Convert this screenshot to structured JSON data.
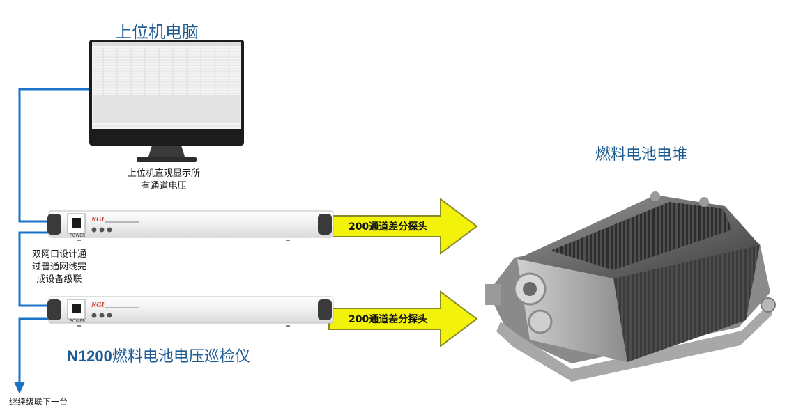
{
  "colors": {
    "link_line": "#1a73c8",
    "title_text": "#1f5c93",
    "arrow_fill": "#f2f20a",
    "arrow_stroke": "#8a8a2a",
    "device_body": "#f4f4f4",
    "stack_body": "#6e6e6e"
  },
  "computer": {
    "title": "上位机电脑",
    "caption_lines": [
      "上位机直观显示所",
      "有通道电压"
    ]
  },
  "fuel_cell": {
    "title": "燃料电池电堆"
  },
  "devices": [
    {
      "brand": "NGI",
      "power_label": "POWER",
      "probe_label": "200通道差分探头"
    },
    {
      "brand": "NGI",
      "power_label": "POWER",
      "probe_label": "200通道差分探头"
    }
  ],
  "cascade_note_lines": [
    "双网口设计通",
    "过普通网线完",
    "成设备级联"
  ],
  "next_device_note": "继续级联下一台",
  "product_name": {
    "model": "N1200",
    "name": "燃料电池电压巡检仪"
  }
}
